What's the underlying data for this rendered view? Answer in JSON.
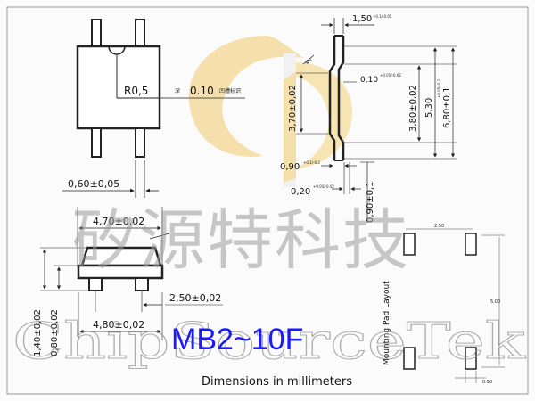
{
  "part_number": "MB2~10F",
  "caption": "Dimensions in millimeters",
  "watermark": {
    "chinese": "矽源特科技",
    "latin": "ChipSourceTek"
  },
  "colors": {
    "part_number": "#1a1aff",
    "watermark_logo": "#f3d27a",
    "lines": "#222222"
  },
  "top_view": {
    "radius_label": "R0,5",
    "mark_depth": "0.10",
    "mark_note": "凹槽标识",
    "pin_width": "0,60±0,05"
  },
  "side_view": {
    "thickness_top": "1,50",
    "thickness_top_tol": "+0.1/-0.05",
    "lead_thickness": "0,10",
    "lead_thickness_tol": "+0.05/-0.02",
    "body_height_left": "3,70±0,02",
    "body_height_mid": "3,80±0,02",
    "lead_span": "5,30",
    "lead_span_tol": "+0.05/-0.2",
    "overall_height": "6,80±0,1",
    "standoff": "0,90",
    "standoff_tol": "+0.1/-0.2",
    "lead_offset": "0,20",
    "lead_offset_tol": "+0.05/-0.02",
    "lead_length": "0,90±0,1"
  },
  "front_view": {
    "body_width": "4,70±0,02",
    "pitch": "2,50±0,02",
    "overall_width": "4,80±0,02",
    "height_total": "1,40±0,02",
    "height_body": "0,80±0,02"
  },
  "pad_layout": {
    "title": "Mounting Pad Layout",
    "pad_pitch": "2.50",
    "pad_span": "5.00",
    "pad_size": "0.90"
  }
}
